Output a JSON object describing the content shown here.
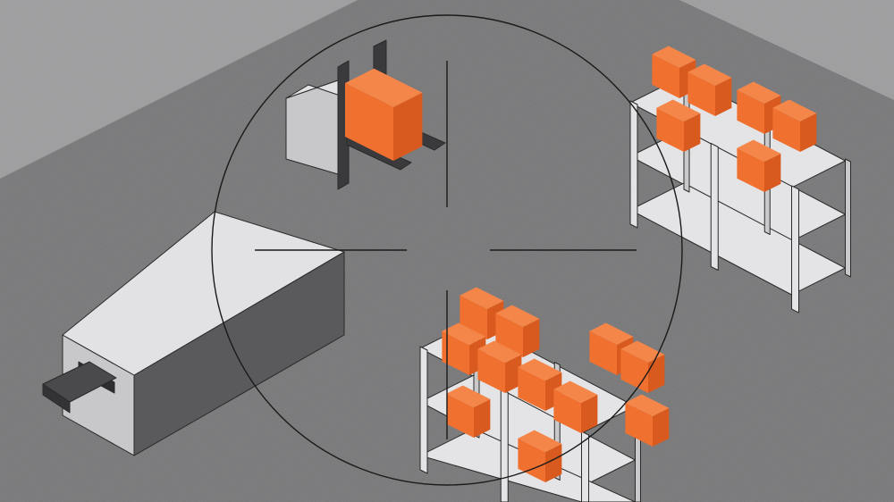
{
  "colors": {
    "floor": "#707072",
    "wall": "#9a9a9c",
    "box_top": "#f5864a",
    "box_left": "#f07030",
    "box_right": "#d85a1e",
    "shelf_light": "#e4e4e6",
    "shelf_mid": "#c9c9cc",
    "machine_top": "#e2e2e4",
    "machine_front": "#c8c8ca",
    "machine_side": "#5a5a5c",
    "forklift_dark": "#3a3a3c",
    "crosshair": "#1a1a1a"
  },
  "icons": [
    "forklift-illustration",
    "conveyor-machine-illustration",
    "storage-shelf-illustration",
    "crosshair-target-icon"
  ]
}
